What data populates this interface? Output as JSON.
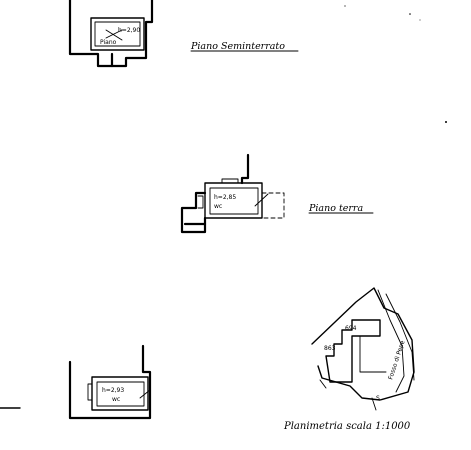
{
  "labels": {
    "plan_basement": "Piano Seminterrato",
    "plan_ground": "Piano terra",
    "site_plan": "Planimetria scala 1:1000"
  },
  "rooms": {
    "basement_height": "h=2,90",
    "basement_room": "Piano",
    "ground_height": "h=2,85",
    "ground_room": "wc",
    "lower_height": "h=2,93",
    "lower_room": "wc"
  },
  "site": {
    "parcel_a": "694",
    "parcel_b": "863",
    "road": "Fosso di Pepe",
    "corner": "S"
  }
}
